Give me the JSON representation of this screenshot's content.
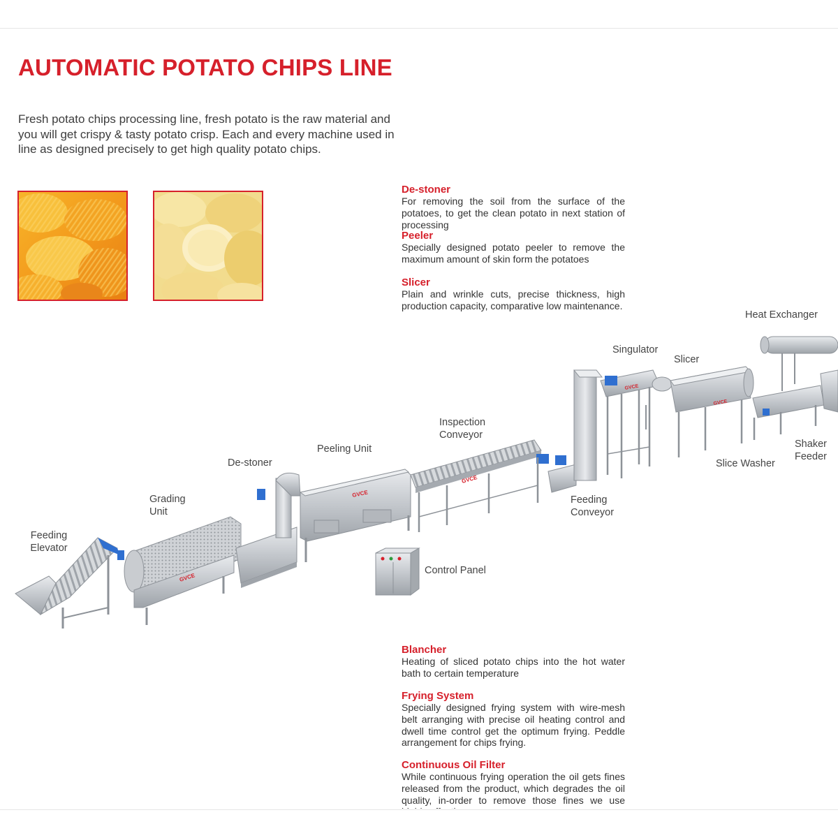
{
  "page": {
    "title": "AUTOMATIC POTATO CHIPS LINE",
    "intro": "Fresh potato chips processing line, fresh potato is the raw material and you will get crispy & tasty potato crisp. Each and every machine used in line as designed precisely to get high quality potato chips.",
    "accent_color": "#d6202b"
  },
  "photos": [
    {
      "subject": "wavy-cut-potato-chips"
    },
    {
      "subject": "plain-cut-potato-chips"
    }
  ],
  "descriptions_top": [
    {
      "title": "De-stoner",
      "text": "For removing the soil from the surface of the potatoes, to get the clean potato in next station of processing"
    },
    {
      "title": "Peeler",
      "text": "Specially designed potato peeler to remove the maximum amount of skin form the potatoes"
    },
    {
      "title": "Slicer",
      "text": "Plain and wrinkle cuts, precise thickness, high production capacity, comparative low maintenance."
    }
  ],
  "descriptions_bottom": [
    {
      "title": "Blancher",
      "text": "Heating of sliced potato chips into the hot water bath to certain temperature"
    },
    {
      "title": "Frying System",
      "text": "Specially designed frying system with wire-mesh belt arranging with precise oil heating control and dwell time control get the optimum frying. Peddle arrangement for chips frying."
    },
    {
      "title": "Continuous Oil Filter",
      "text": "While continuous frying operation the oil gets fines released from the product, which degrades the oil quality, in-order to remove those fines we use highly effective"
    }
  ],
  "machine_labels": {
    "feeding_elevator": "Feeding\nElevator",
    "grading_unit": "Grading\nUnit",
    "de_stoner": "De-stoner",
    "peeling_unit": "Peeling Unit",
    "inspection_conveyor": "Inspection\nConveyor",
    "feeding_conveyor": "Feeding\nConveyor",
    "control_panel": "Control Panel",
    "singulator": "Singulator",
    "slicer": "Slicer",
    "slice_washer": "Slice Washer",
    "heat_exchanger": "Heat Exchanger",
    "shaker_feeder": "Shaker\nFeeder"
  },
  "machine_brand": "GVCE"
}
